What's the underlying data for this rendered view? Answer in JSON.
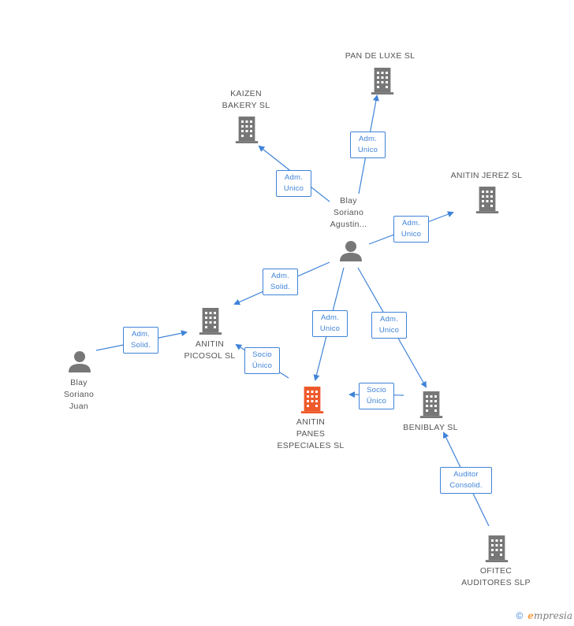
{
  "colors": {
    "edge": "#3f83d8",
    "company": "#777777",
    "focus_company": "#ee5a2b",
    "person": "#777777"
  },
  "nodes": {
    "pan_de_luxe": {
      "label": "PAN DE LUXE SL",
      "icon": "building-icon"
    },
    "kaizen": {
      "label": "KAIZEN\nBAKERY SL",
      "icon": "building-icon"
    },
    "anitin_jerez": {
      "label": "ANITIN JEREZ SL",
      "icon": "building-icon"
    },
    "blay_agustin": {
      "label": "Blay\nSoriano\nAgustin...",
      "icon": "person-icon"
    },
    "anitin_picosol": {
      "label": "ANITIN\nPICOSOL SL",
      "icon": "building-icon"
    },
    "blay_juan": {
      "label": "Blay\nSoriano\nJuan",
      "icon": "person-icon"
    },
    "anitin_panes": {
      "label": "ANITIN\nPANES\nESPECIALES SL",
      "icon": "building-icon"
    },
    "beniblay": {
      "label": "BENIBLAY SL",
      "icon": "building-icon"
    },
    "ofitec": {
      "label": "OFITEC\nAUDITORES SLP",
      "icon": "building-icon"
    }
  },
  "edges": {
    "e1": "Adm.\nUnico",
    "e2": "Adm.\nUnico",
    "e3": "Adm.\nUnico",
    "e4": "Adm.\nSolid.",
    "e5": "Adm.\nUnico",
    "e6": "Adm.\nUnico",
    "e7": "Adm.\nSolid.",
    "e8": "Socio\nÚnico",
    "e9": "Socio\nÚnico",
    "e10": "Auditor\nConsolid."
  },
  "footer": {
    "copyright": "©",
    "brand_initial": "e",
    "brand_rest": "mpresia"
  }
}
